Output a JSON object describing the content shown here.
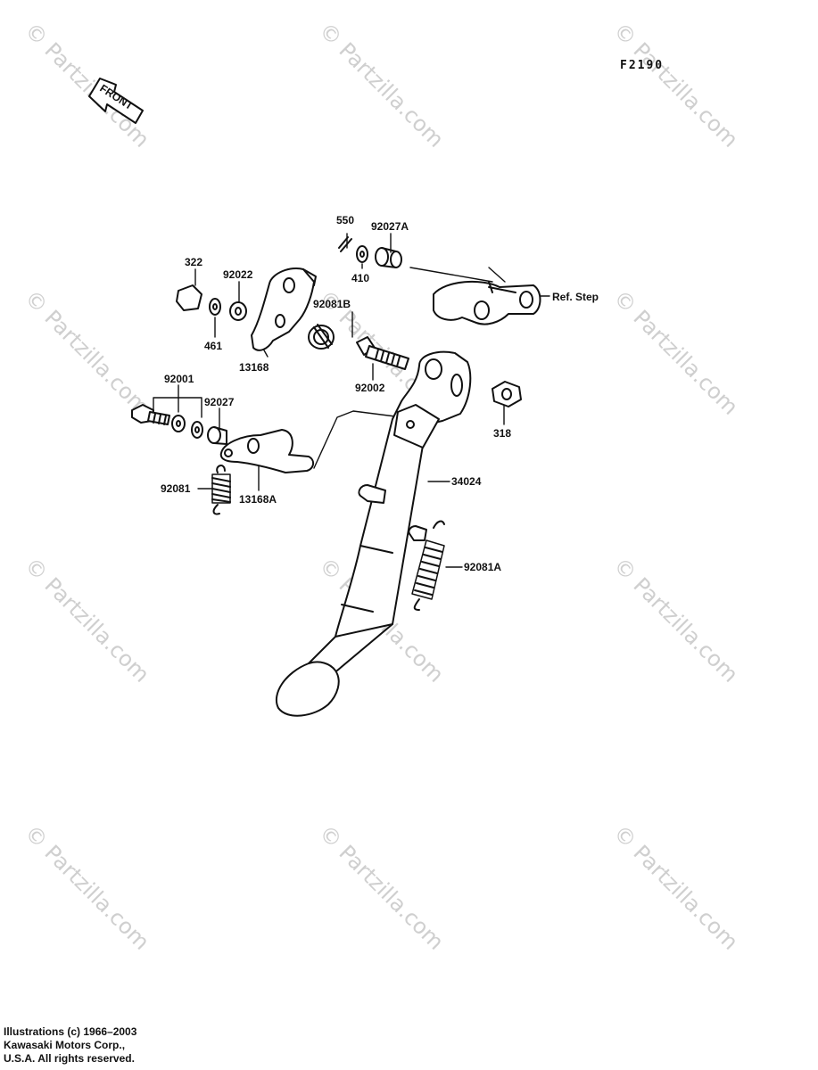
{
  "diagram_code": "F2190",
  "front_arrow_label": "FRONT",
  "watermark": "© Partzilla.com",
  "copyright": {
    "line1": "Illustrations (c) 1966–2003",
    "line2": "Kawasaki Motors Corp.,",
    "line3": "U.S.A.  All rights reserved."
  },
  "parts": {
    "p550": "550",
    "p92027A": "92027A",
    "p410": "410",
    "p322": "322",
    "p92022": "92022",
    "p461": "461",
    "p13168": "13168",
    "p92081B": "92081B",
    "p92002": "92002",
    "p318": "318",
    "p92001": "92001",
    "p92027": "92027",
    "p92081": "92081",
    "p13168A": "13168A",
    "p34024": "34024",
    "p92081A": "92081A",
    "ref_step": "Ref. Step"
  }
}
